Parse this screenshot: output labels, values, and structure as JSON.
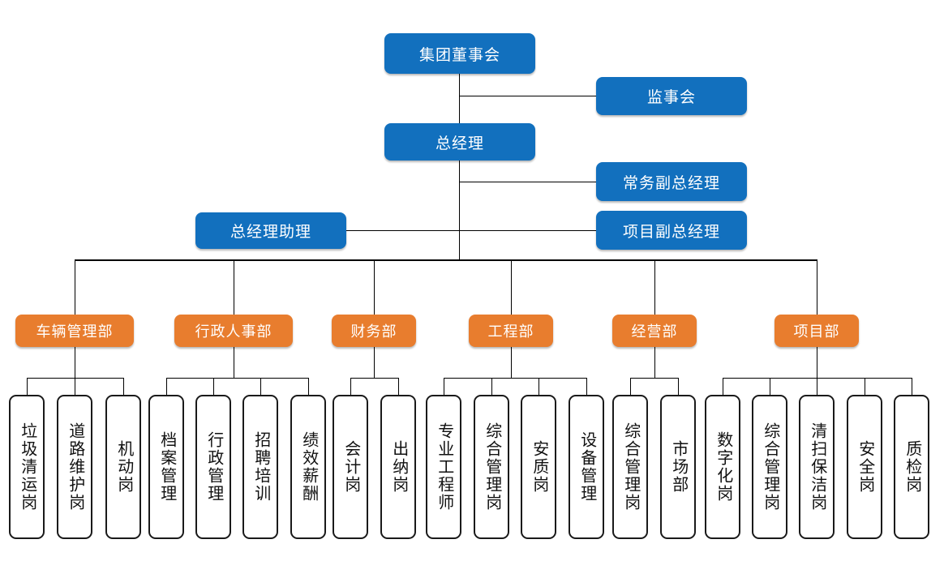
{
  "chart_title": "",
  "colors": {
    "executive_blue": "#1270BE",
    "department_orange": "#E87D2E",
    "leaf_border": "#1a1a1a",
    "leaf_fill": "#ffffff",
    "connector": "#000000",
    "node_text": "#ffffff",
    "leaf_text": "#111111"
  },
  "executive": {
    "board": "集团董事会",
    "supervisory_board": "监事会",
    "general_manager": "总经理",
    "executive_deputy_gm": "常务副总经理",
    "project_deputy_gm": "项目副总经理",
    "gm_assistant": "总经理助理"
  },
  "departments": [
    {
      "name": "车辆管理部",
      "positions": [
        "垃圾清运岗",
        "道路维护岗",
        "机动岗"
      ]
    },
    {
      "name": "行政人事部",
      "positions": [
        "档案管理",
        "行政管理",
        "招聘培训",
        "绩效薪酬"
      ]
    },
    {
      "name": "财务部",
      "positions": [
        "会计岗",
        "出纳岗"
      ]
    },
    {
      "name": "工程部",
      "positions": [
        "专业工程师",
        "综合管理岗",
        "安质岗",
        "设备管理"
      ]
    },
    {
      "name": "经营部",
      "positions": [
        "综合管理岗",
        "市场部"
      ]
    },
    {
      "name": "项目部",
      "positions": [
        "数字化岗",
        "综合管理岗",
        "清扫保洁岗",
        "安全岗",
        "质检岗"
      ]
    }
  ]
}
